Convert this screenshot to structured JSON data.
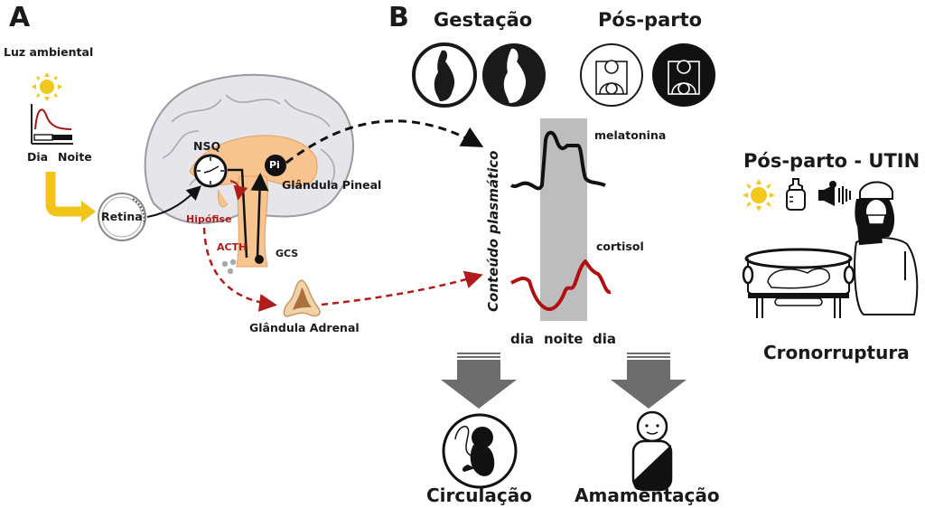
{
  "panel_a": {
    "letter": "A",
    "light_label": "Luz ambiental",
    "day_label": "Dia",
    "night_label": "Noite",
    "retina_label": "Retina",
    "nsq_label": "NSQ",
    "pineal_abbrev": "Pi",
    "pineal_label": "Glândula Pineal",
    "hypophysis_label": "Hipófise",
    "acth_label": "ACTH",
    "gcs_label": "GCS",
    "adrenal_label": "Glândula Adrenal"
  },
  "panel_b": {
    "letter": "B",
    "gestation_label": "Gestação",
    "postpartum_label": "Pós-parto",
    "y_axis_label": "Conteúdo plasmático",
    "x_labels": [
      "dia",
      "noite",
      "dia"
    ],
    "melatonin_label": "melatonina",
    "cortisol_label": "cortisol",
    "outcome_left": "Circulação",
    "outcome_right": "Amamentação"
  },
  "panel_c": {
    "title": "Pós-parto - UTIN",
    "icons": [
      "sun-icon",
      "baby-bottle-icon",
      "speaker-noise-icon"
    ],
    "caption": "Cronorruptura"
  },
  "colors": {
    "sun": "#f2c81e",
    "yellow_arrow": "#f0c419",
    "cortisol": "#b01010",
    "melatonin": "#111111",
    "night_band": "#bdbdbd",
    "brain_gray": "#e6e6ea",
    "brain_core": "#f7c48f",
    "red_dash": "#b01c1c",
    "block_arrow": "#6d6d6d"
  }
}
